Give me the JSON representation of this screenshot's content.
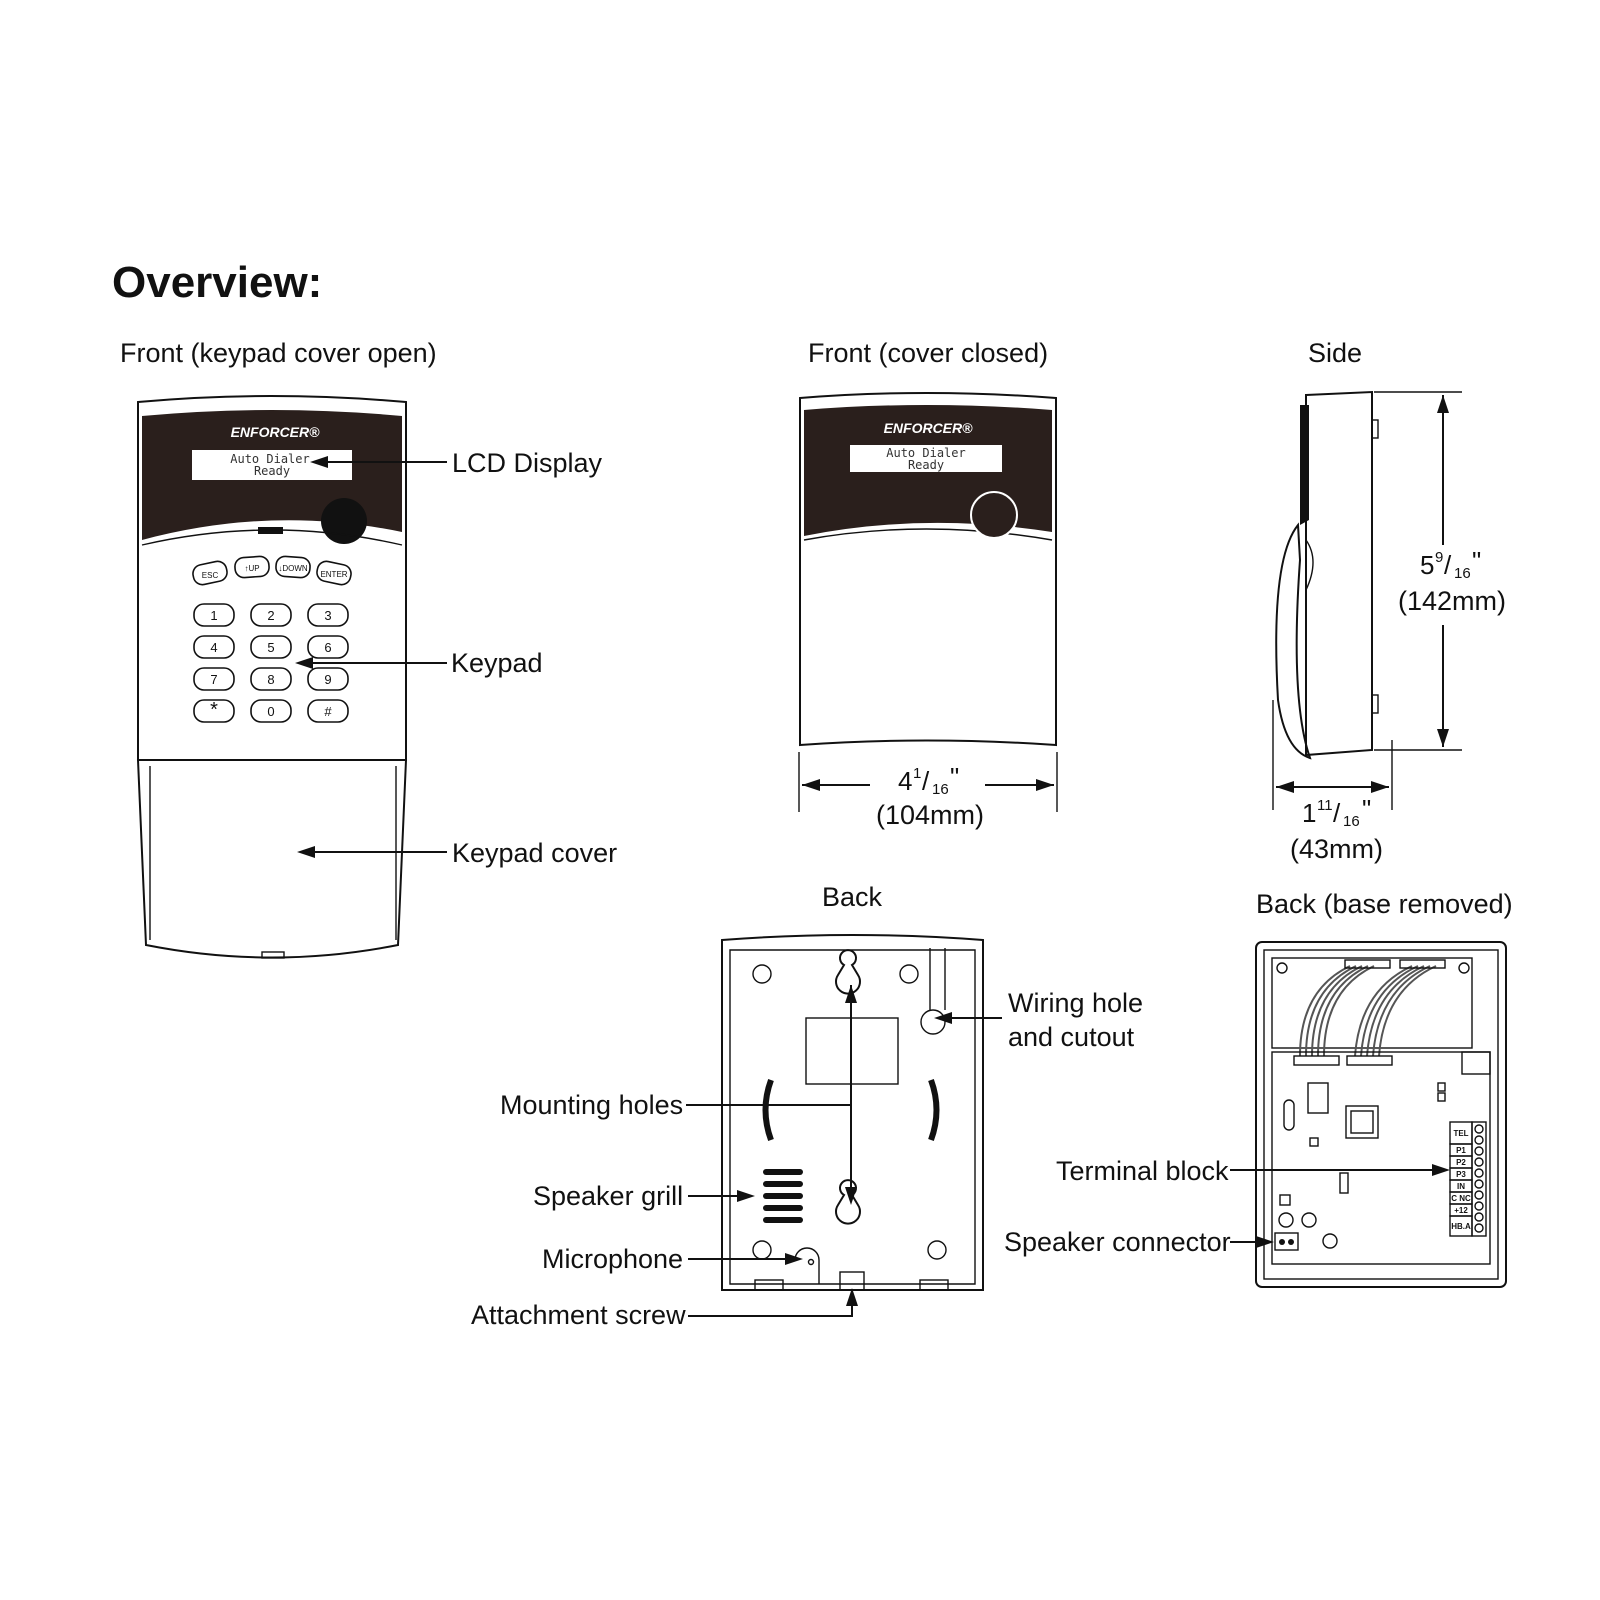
{
  "title": "Overview:",
  "views": {
    "front_open": "Front (keypad cover open)",
    "front_closed": "Front (cover closed)",
    "side": "Side",
    "back": "Back",
    "back_base_removed": "Back (base removed)"
  },
  "brand": "ENFORCER®",
  "lcd": {
    "line1": "Auto Dialer",
    "line2": "Ready"
  },
  "keys": {
    "function": [
      "ESC",
      "↑UP",
      "↓DOWN",
      "ENTER"
    ],
    "digits": [
      "1",
      "2",
      "3",
      "4",
      "5",
      "6",
      "7",
      "8",
      "9",
      "*",
      "0",
      "#"
    ]
  },
  "callouts": {
    "lcd_display": "LCD Display",
    "keypad": "Keypad",
    "keypad_cover": "Keypad cover",
    "wiring_hole_1": "Wiring hole",
    "wiring_hole_2": "and cutout",
    "mounting_holes": "Mounting holes",
    "speaker_grill": "Speaker grill",
    "microphone": "Microphone",
    "attachment_screw": "Attachment screw",
    "terminal_block": "Terminal block",
    "speaker_connector": "Speaker connector"
  },
  "dimensions": {
    "width": {
      "whole": "4",
      "num": "1",
      "den": "16",
      "mm": "(104mm)"
    },
    "height": {
      "whole": "5",
      "num": "9",
      "den": "16",
      "mm": "(142mm)"
    },
    "depth": {
      "whole": "1",
      "num": "11",
      "den": "16",
      "mm": "(43mm)"
    }
  },
  "terminal_labels": [
    "TEL",
    "P1",
    "P2",
    "P3",
    "IN",
    "C NC",
    "+12",
    "HB.A"
  ],
  "colors": {
    "ink": "#111111",
    "panel": "#2a1f1c",
    "background": "#ffffff"
  }
}
